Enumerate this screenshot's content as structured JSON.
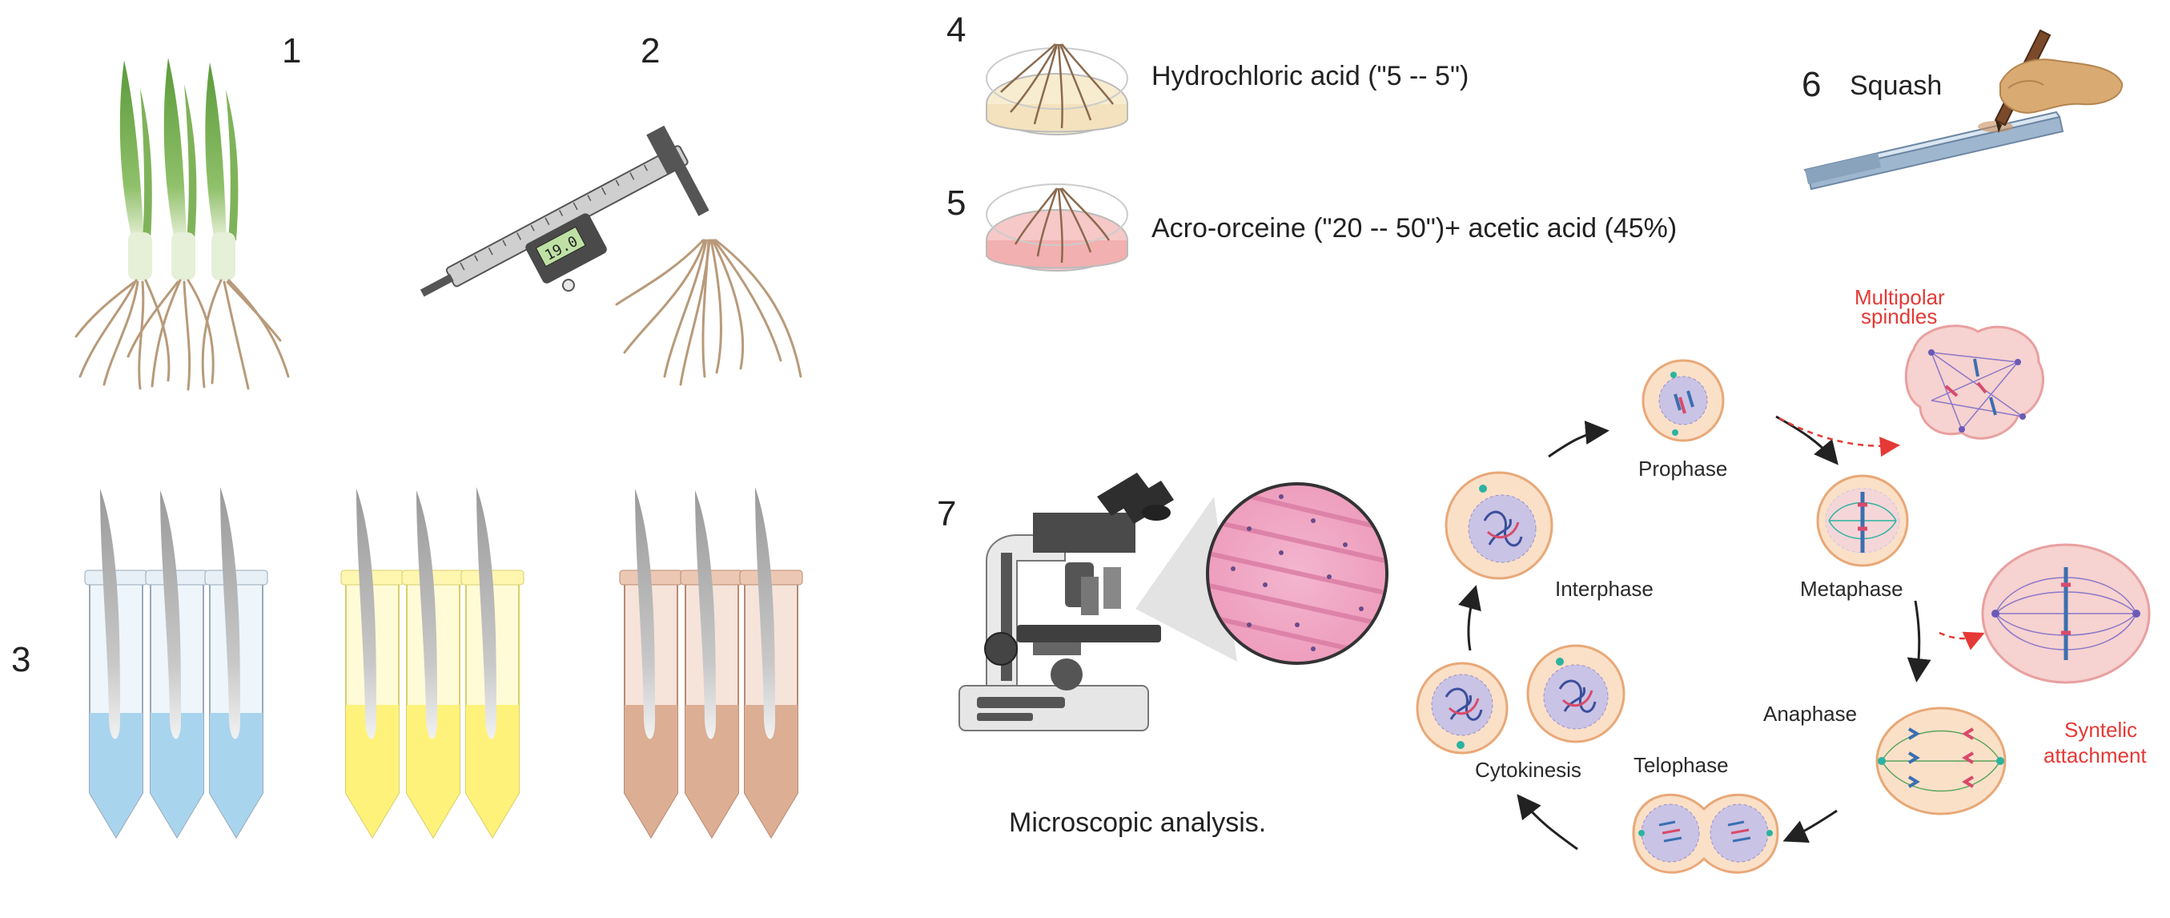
{
  "steps": {
    "s1": "1",
    "s2": "2",
    "s3": "3",
    "s4": "4",
    "s5": "5",
    "s6": "6",
    "s7": "7"
  },
  "labels": {
    "hcl": "Hydrochloric acid (\"5 -- 5\")",
    "stain": "Acro-orceine (\"20 -- 50\")+ acetic acid (45%)",
    "squash": "Squash",
    "microscopy": "Microscopic analysis.",
    "caliper_readout": "19.0"
  },
  "cell_cycle": {
    "phases": {
      "interphase": "Interphase",
      "prophase": "Prophase",
      "metaphase": "Metaphase",
      "anaphase": "Anaphase",
      "telophase": "Telophase",
      "cytokinesis": "Cytokinesis"
    },
    "abnormalities": {
      "multipolar_line1": "Multipolar",
      "multipolar_line2": "spindles",
      "syntelic_line1": "Syntelic",
      "syntelic_line2": "attachment"
    }
  },
  "colors": {
    "leaf_green": "#6aa84f",
    "root_brown": "#b89a7a",
    "tube_blue": "#a9d4ee",
    "tube_yellow": "#fff27a",
    "tube_brown": "#dcae94",
    "dish_cream": "#f8ecd0",
    "dish_pink": "#f7c8c8",
    "cell_fill": "#fbe0c8",
    "cell_edge": "#e8a878",
    "nucleus": "#c9c3e6",
    "abnormal_label": "#e53935"
  }
}
